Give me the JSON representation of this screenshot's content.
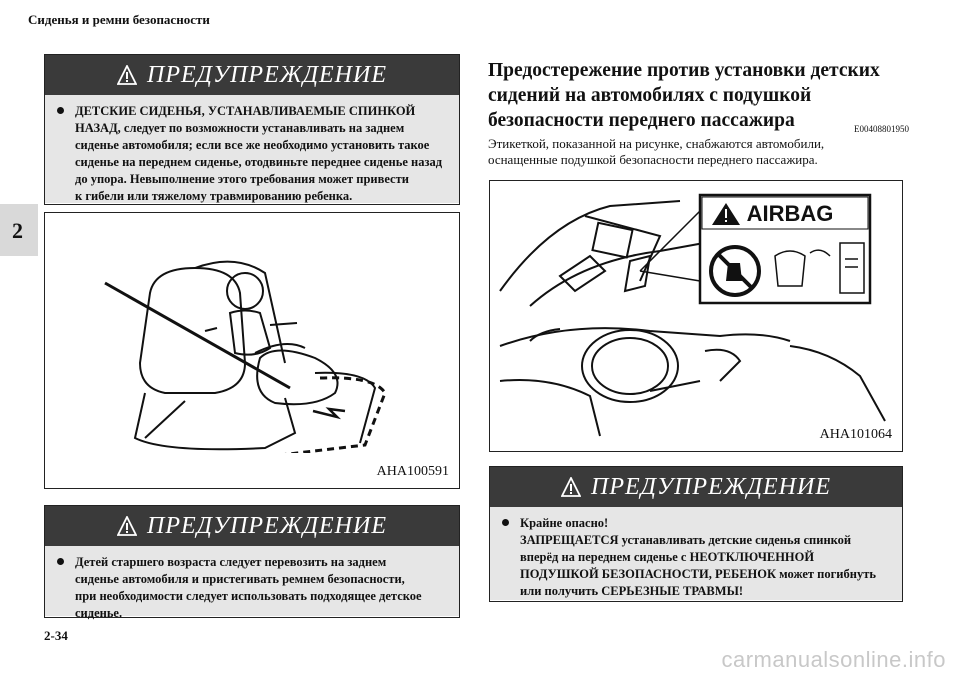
{
  "header": {
    "section_title": "Сиденья и ремни безопасности"
  },
  "chapter_tab": {
    "number": "2"
  },
  "page_number": "2-34",
  "warning_top_left": {
    "heading": "ПРЕДУПРЕЖДЕНИЕ",
    "lines": [
      "ДЕТСКИЕ СИДЕНЬЯ, УСТАНАВЛИВАЕМЫЕ СПИНКОЙ",
      "НАЗАД, следует по возможности устанавливать на заднем",
      "сиденье автомобиля; если все же необходимо установить такое",
      "сиденье на переднем сиденье, отодвиньте переднее сиденье назад",
      "до упора. Невыполнение этого требования может привести",
      "к гибели или тяжелому травмированию ребенка."
    ]
  },
  "figure_child_seat": {
    "code": "AHA100591"
  },
  "warning_bottom_left": {
    "heading": "ПРЕДУПРЕЖДЕНИЕ",
    "lines": [
      "Детей старшего возраста следует перевозить на заднем",
      "сиденье автомобиля и пристегивать ремнем безопасности,",
      "при необходимости следует использовать подходящее детское",
      "сиденье."
    ]
  },
  "section": {
    "title_lines": [
      "Предостережение против установки детских",
      "сидений на автомобилях с подушкой",
      "безопасности переднего пассажира"
    ],
    "code": "E00408801950",
    "intro_lines": [
      "Этикеткой, показанной на рисунке, снабжаются автомобили,",
      "оснащенные подушкой безопасности переднего пассажира."
    ]
  },
  "figure_airbag": {
    "code": "AHA101064",
    "label_text": "AIRBAG"
  },
  "warning_right": {
    "heading": "ПРЕДУПРЕЖДЕНИЕ",
    "lines": [
      "Крайне опасно!",
      "ЗАПРЕЩАЕТСЯ устанавливать детские сиденья спинкой",
      "вперёд на переднем сиденье с НЕОТКЛЮЧЕННОЙ",
      "ПОДУШКОЙ БЕЗОПАСНОСТИ, РЕБЕНОК может погибнуть",
      "или получить СЕРЬЕЗНЫЕ ТРАВМЫ!"
    ]
  },
  "watermark": "carmanualsonline.info"
}
